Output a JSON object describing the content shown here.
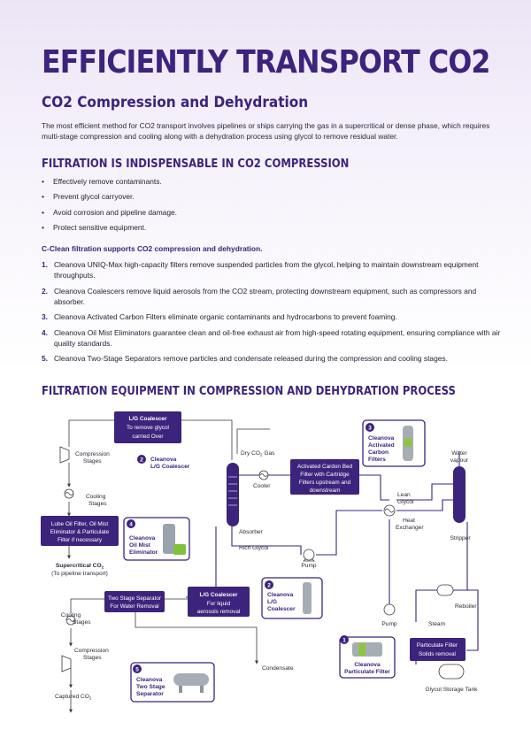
{
  "title": "EFFICIENTLY TRANSPORT CO2",
  "subtitle": "CO2 Compression and Dehydration",
  "intro": "The most efficient method for CO2 transport involves pipelines or ships carrying the gas in a supercritical or dense phase, which requires multi-stage compression and cooling along with a dehydration process using glycol to remove residual water.",
  "section1": {
    "heading": "FILTRATION IS INDISPENSABLE IN CO2 COMPRESSION",
    "bullets": [
      "Effectively remove contaminants.",
      "Prevent glycol carryover.",
      "Avoid corrosion and pipeline damage.",
      "Protect sensitive equipment."
    ],
    "support_line": "C-Clean filtration supports CO2 compression and dehydration.",
    "numbered": [
      {
        "num": "1.",
        "text": "Cleanova UNIQ-Max high-capacity filters remove suspended particles from the glycol, helping to maintain downstream equipment throughputs."
      },
      {
        "num": "2.",
        "text": "Cleanova Coalescers remove liquid aerosols from the CO2 stream, protecting downstream equipment, such as compressors and absorber."
      },
      {
        "num": "3.",
        "text": "Cleanova Activated Carbon Filters eliminate organic contaminants and hydrocarbons to prevent foaming."
      },
      {
        "num": "4.",
        "text": "Cleanova Oil Mist Eliminators guarantee clean and oil-free exhaust air from high-speed rotating equipment, ensuring compliance with air quality standards."
      },
      {
        "num": "5.",
        "text": "Cleanova Two-Stage Separators remove particles and condensate released during the compression and cooling stages."
      }
    ]
  },
  "section2": {
    "heading": "FILTRATION EQUIPMENT IN COMPRESSION AND DEHYDRATION PROCESS"
  },
  "diagram": {
    "lg_top": [
      "L/G Coalescer",
      "To remove glycol",
      "carried Over"
    ],
    "compression_top": [
      "Compression",
      "Stages"
    ],
    "cleanova_lg_2": [
      "Cleanova",
      "L/G Coalescer"
    ],
    "num_2": "2",
    "cooling_top": [
      "Cooling",
      "Stages"
    ],
    "lube_box": [
      "Lube Oil Filter, Oil Mist",
      "Eliminator & Particulate",
      "Filter  if necessary"
    ],
    "num_4": "4",
    "cleanova_oil": [
      "Cleanova",
      "Oil Mist",
      "Eliminator"
    ],
    "supercritical": "Supercritical CO",
    "supercritical_sub": "2",
    "to_pipeline": "(To pipeline transport)",
    "dry_co2": "Dry CO",
    "dry_co2_sub": "2",
    "dry_co2_tail": " Gas",
    "cooler": "Cooler",
    "absorber": "Absorber",
    "rich_glycol": "Rich Glycol",
    "carbon_box": [
      "Activated Cardon Bed",
      "Filter with Cartridge",
      "Filters upstream and",
      "downstream"
    ],
    "num_3": "3",
    "cleanova_carbon": [
      "Cleanova",
      "Activated",
      "Carbon",
      "Filters"
    ],
    "water_vapour": [
      "Water",
      "vapour"
    ],
    "lean_glycol": [
      "Lean",
      "Glycol"
    ],
    "heat_exchanger": [
      "Heat",
      "Exchanger"
    ],
    "stripper": "Stripper",
    "pump_mid": "Pump",
    "two_stage_box": [
      "Two Stage Separator",
      "For Water Removal"
    ],
    "lg_mid": [
      "L/G Coalescer",
      "For liquid",
      "aerosols removal"
    ],
    "cleanova_lg_mid": [
      "Cleanova",
      "L/G",
      "Coalescer"
    ],
    "reboiler": "Reboiler",
    "cooling_bottom": [
      "Cooling",
      "Stages"
    ],
    "compression_bottom": [
      "Compression",
      "Stages"
    ],
    "pump_low": "Pump",
    "steam": "Steam",
    "num_1": "1",
    "cleanova_particulate": [
      "Cleanova",
      "Particulate Filter"
    ],
    "particulate_box": [
      "Particulate Filter",
      "Solids removal"
    ],
    "condensate": "Condensate",
    "num_5": "5",
    "cleanova_two_stage": [
      "Cleanova",
      "Two Stage",
      "Separator"
    ],
    "captured_co2": "Captured CO",
    "captured_co2_sub": "2",
    "glycol_tank": "Glycol Storage Tank"
  },
  "colors": {
    "brand": "#3c237c",
    "background_top": "#ece5f6"
  }
}
